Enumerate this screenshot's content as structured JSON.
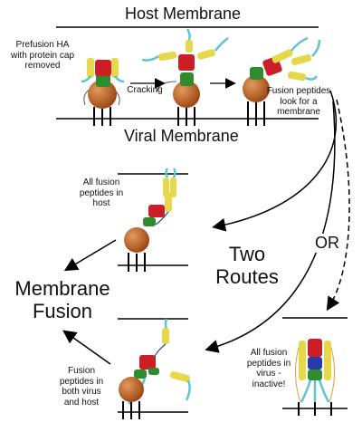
{
  "labels": {
    "host_membrane": "Host Membrane",
    "viral_membrane": "Viral Membrane",
    "prefusion": "Prefusion HA\nwith protein cap\nremoved",
    "cracking": "Cracking",
    "fusion_peptides_look": "Fusion peptides\nlook for a\nmembrane",
    "all_in_host": "All fusion\npeptides in\nhost",
    "two_routes": "Two\nRoutes",
    "or": "OR",
    "membrane_fusion": "Membrane\nFusion",
    "both": "Fusion\npeptides in\nboth virus\nand host",
    "all_in_virus": "All fusion\npeptides in\nvirus -\ninactive!"
  },
  "colors": {
    "sphere": "#b55a1e",
    "red_domain": "#cc1e26",
    "green_domain": "#2e8b2e",
    "yellow_helix": "#e6d84a",
    "cyan_peptide": "#5ec4d4",
    "blue_domain": "#2b3aa8",
    "orange_loop": "#e89a3a",
    "line": "#000000"
  }
}
